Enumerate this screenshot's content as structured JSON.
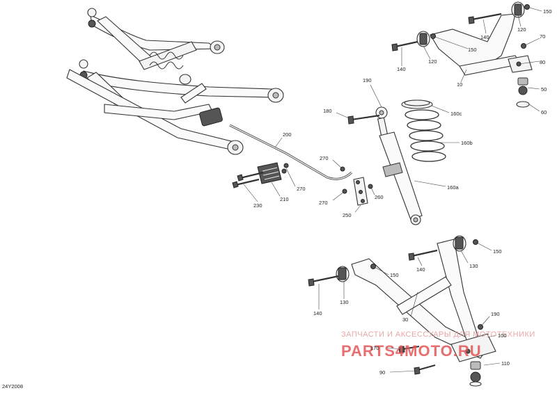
{
  "diagram_code": "24Y2008",
  "watermark": {
    "line1": "ЗАПЧАСТИ И АКСЕССУАРЫ ДЛЯ МОТОТЕХНИКИ",
    "line2": "PARTS4MOTO.RU"
  },
  "callouts": [
    {
      "id": "c150a",
      "label": "150"
    },
    {
      "id": "c120a",
      "label": "120"
    },
    {
      "id": "c140a",
      "label": "140"
    },
    {
      "id": "c70",
      "label": "70"
    },
    {
      "id": "c80",
      "label": "80"
    },
    {
      "id": "c150b",
      "label": "150"
    },
    {
      "id": "c140b",
      "label": "140"
    },
    {
      "id": "c120b",
      "label": "120"
    },
    {
      "id": "c10",
      "label": "10"
    },
    {
      "id": "c50",
      "label": "50"
    },
    {
      "id": "c60",
      "label": "60"
    },
    {
      "id": "c190a",
      "label": "190"
    },
    {
      "id": "c180a",
      "label": "180"
    },
    {
      "id": "c160c",
      "label": "160c"
    },
    {
      "id": "c160b",
      "label": "160b"
    },
    {
      "id": "c160a",
      "label": "160a"
    },
    {
      "id": "c200",
      "label": "200"
    },
    {
      "id": "c270a",
      "label": "270"
    },
    {
      "id": "c270b",
      "label": "270"
    },
    {
      "id": "c270c",
      "label": "270"
    },
    {
      "id": "c260",
      "label": "260"
    },
    {
      "id": "c250",
      "label": "250"
    },
    {
      "id": "c210",
      "label": "210"
    },
    {
      "id": "c230",
      "label": "230"
    },
    {
      "id": "c150c",
      "label": "150"
    },
    {
      "id": "c140c",
      "label": "140"
    },
    {
      "id": "c130a",
      "label": "130"
    },
    {
      "id": "c150d",
      "label": "150"
    },
    {
      "id": "c140d",
      "label": "140"
    },
    {
      "id": "c130b",
      "label": "130"
    },
    {
      "id": "c30",
      "label": "30"
    },
    {
      "id": "c190b",
      "label": "190"
    },
    {
      "id": "c100",
      "label": "100"
    },
    {
      "id": "c170",
      "label": "170"
    },
    {
      "id": "c90",
      "label": "90"
    },
    {
      "id": "c110",
      "label": "110"
    }
  ]
}
